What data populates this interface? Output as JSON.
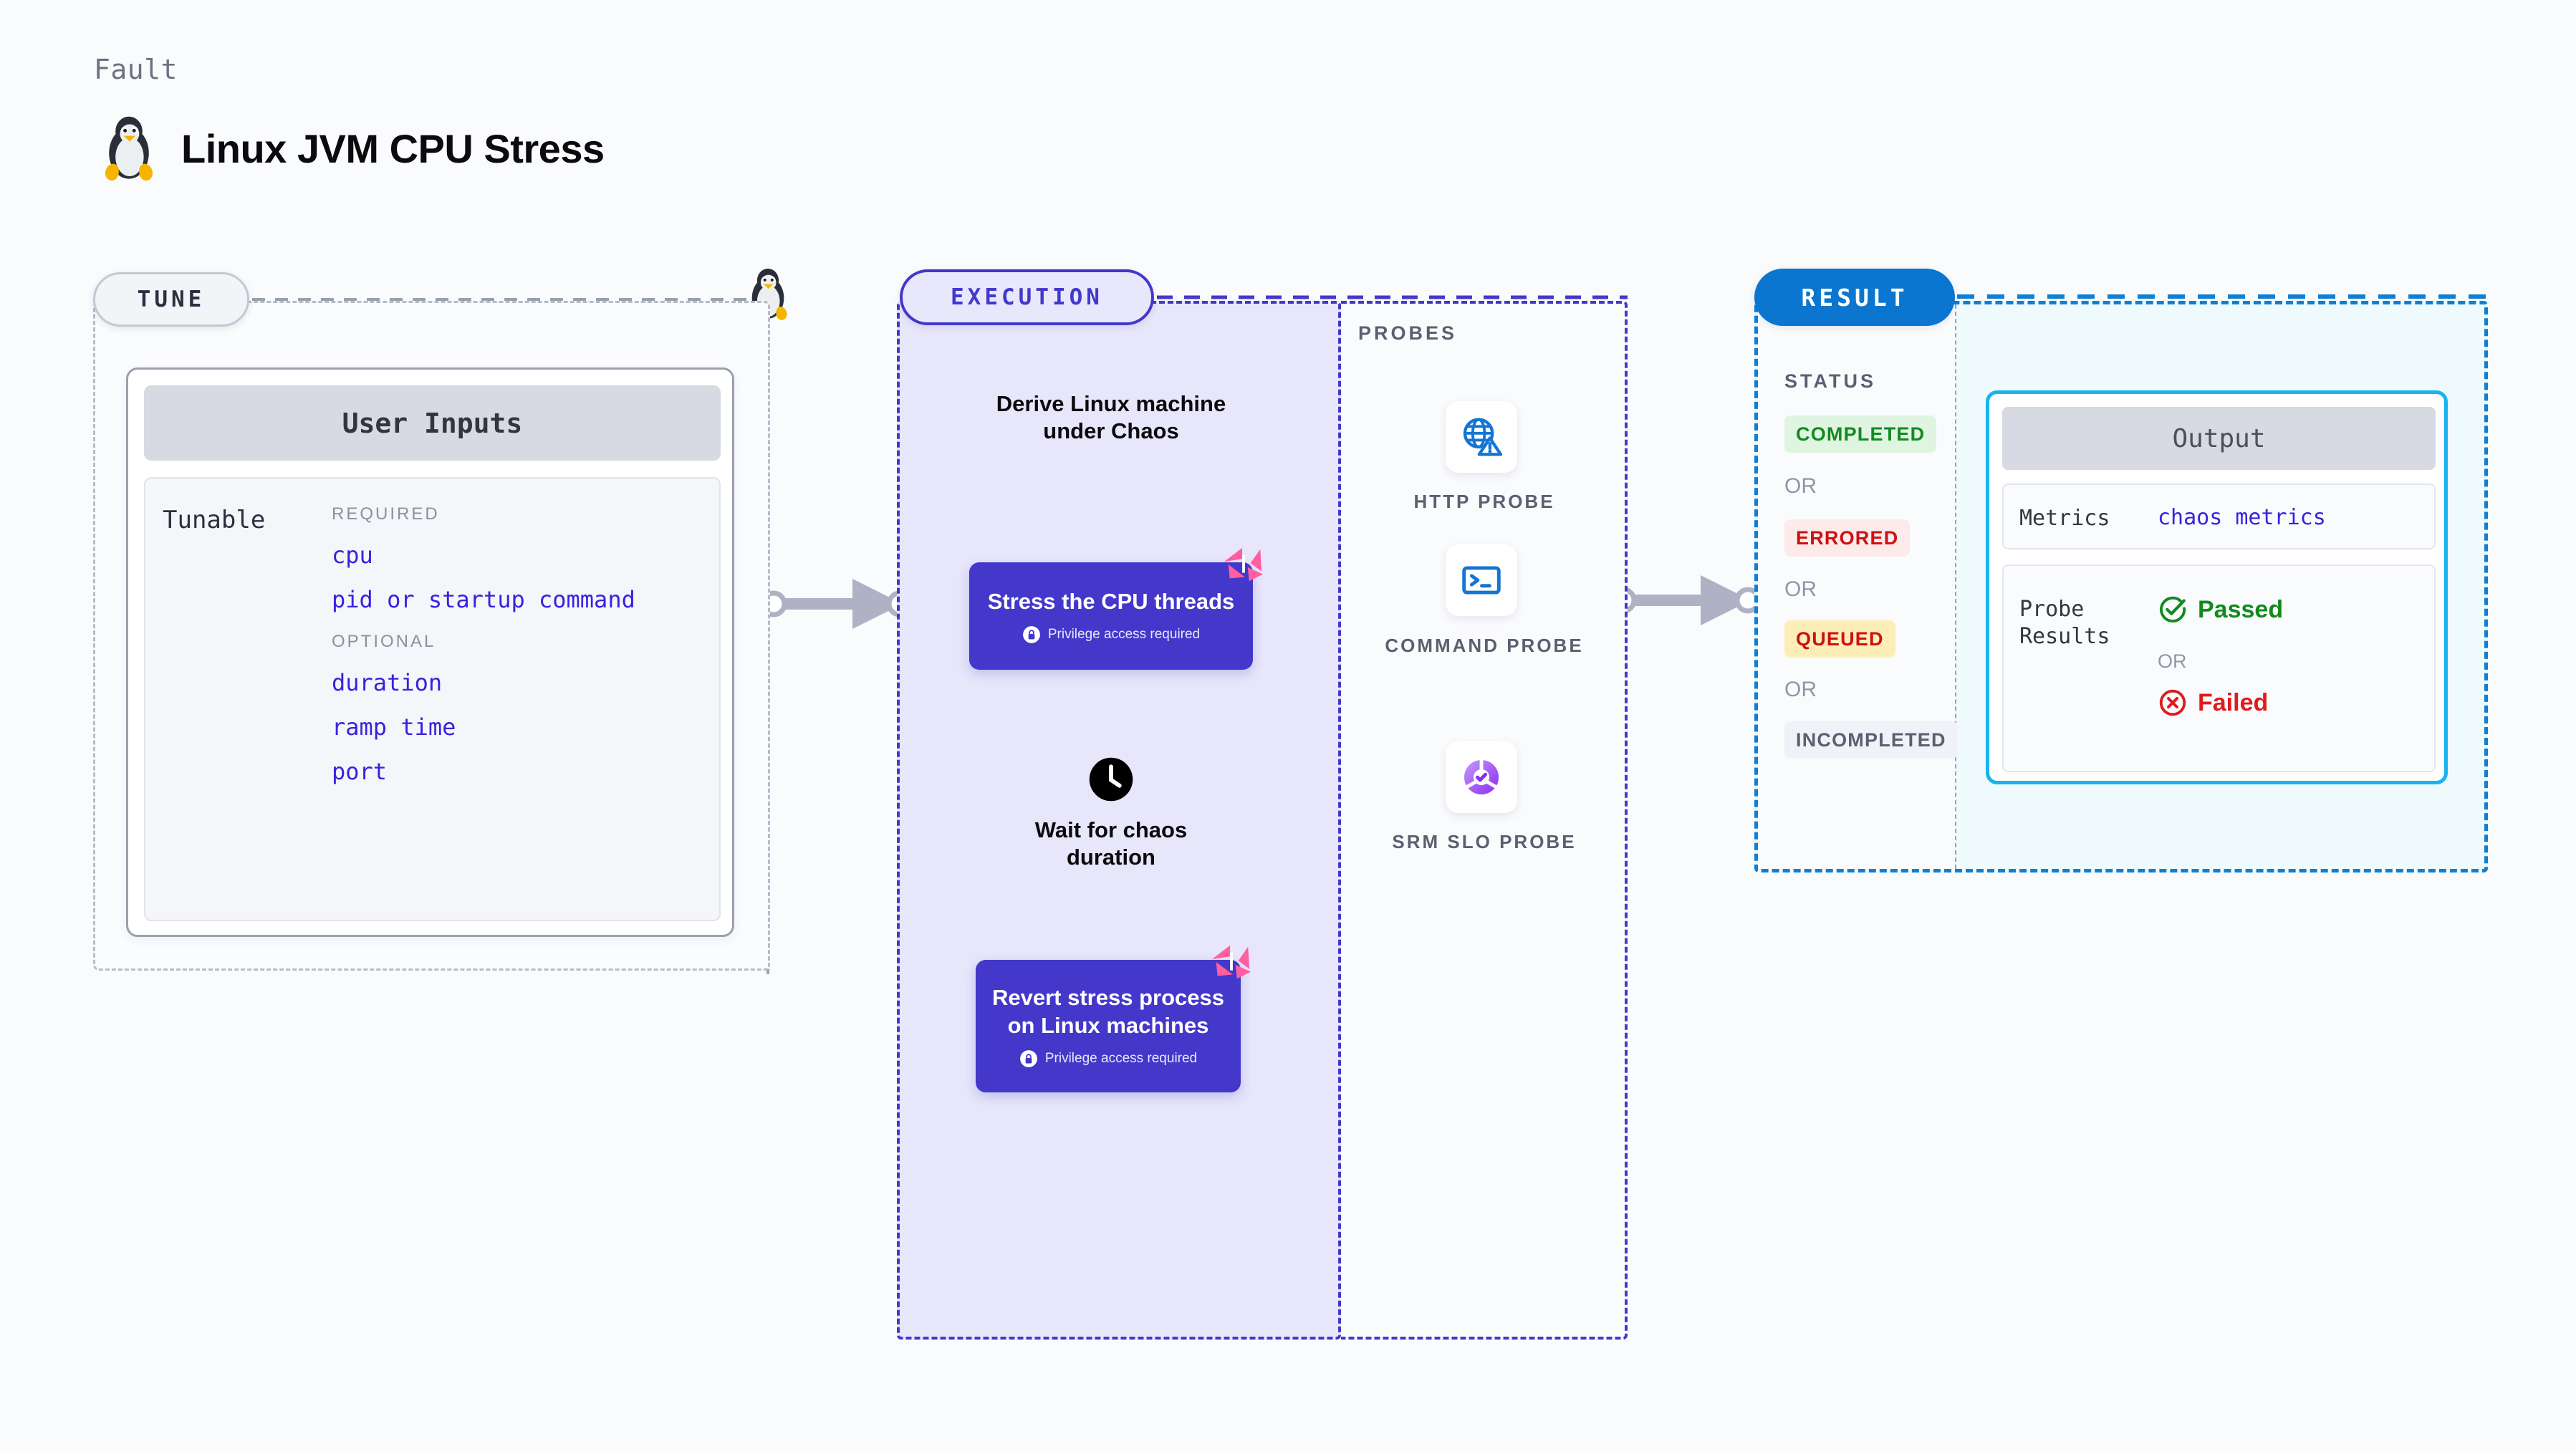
{
  "header": {
    "eyebrow": "Fault",
    "title": "Linux JVM CPU Stress",
    "icon": "linux-penguin-icon"
  },
  "tune": {
    "badge": "TUNE",
    "card_title": "User Inputs",
    "tunable_label": "Tunable",
    "groups": [
      {
        "heading": "REQUIRED",
        "items": [
          "cpu",
          "pid or startup command"
        ]
      },
      {
        "heading": "OPTIONAL",
        "items": [
          "duration",
          "ramp time",
          "port"
        ]
      }
    ]
  },
  "execution": {
    "badge": "EXECUTION",
    "steps": [
      {
        "type": "text",
        "label": "Derive Linux machine under Chaos"
      },
      {
        "type": "action",
        "label": "Stress the CPU threads",
        "note": "Privilege access required",
        "badge_icon": "harness-logo-icon"
      },
      {
        "type": "wait",
        "label": "Wait for chaos duration",
        "icon": "clock-icon"
      },
      {
        "type": "action",
        "label": "Revert stress process on Linux machines",
        "note": "Privilege access required",
        "badge_icon": "harness-logo-icon"
      }
    ]
  },
  "probes": {
    "label": "PROBES",
    "items": [
      {
        "caption": "HTTP PROBE",
        "icon": "globe-warning-icon"
      },
      {
        "caption": "COMMAND PROBE",
        "icon": "terminal-icon"
      },
      {
        "caption": "SRM SLO PROBE",
        "icon": "slo-donut-check-icon"
      }
    ]
  },
  "result": {
    "badge": "RESULT",
    "status_label": "STATUS",
    "or_label": "OR",
    "statuses": [
      {
        "label": "COMPLETED",
        "fg": "#128a1e",
        "bg": "#dff5e1"
      },
      {
        "label": "ERRORED",
        "fg": "#cc1111",
        "bg": "#fdeaea"
      },
      {
        "label": "QUEUED",
        "fg": "#cc1111",
        "bg": "#fdeeb9"
      },
      {
        "label": "INCOMPLETED",
        "fg": "#5b6070",
        "bg": "#f1f2f7"
      }
    ],
    "output": {
      "title": "Output",
      "metrics_key": "Metrics",
      "metrics_value": "chaos metrics",
      "probe_key": "Probe Results",
      "passed": {
        "label": "Passed",
        "color": "#128a1e",
        "icon": "check-circle-icon"
      },
      "or_label": "OR",
      "failed": {
        "label": "Failed",
        "color": "#e01b1b",
        "icon": "x-circle-icon"
      }
    }
  },
  "colors": {
    "page_bg": "#fafbfd",
    "tune_border": "#b6bcc8",
    "exec_accent": "#4338ca",
    "exec_bg": "#e7e6fb",
    "result_accent": "#0e7fd4",
    "result_bg": "#effafd",
    "output_border": "#18b3ef",
    "link": "#3822e0",
    "harness_pink": "#ff5f9e"
  }
}
